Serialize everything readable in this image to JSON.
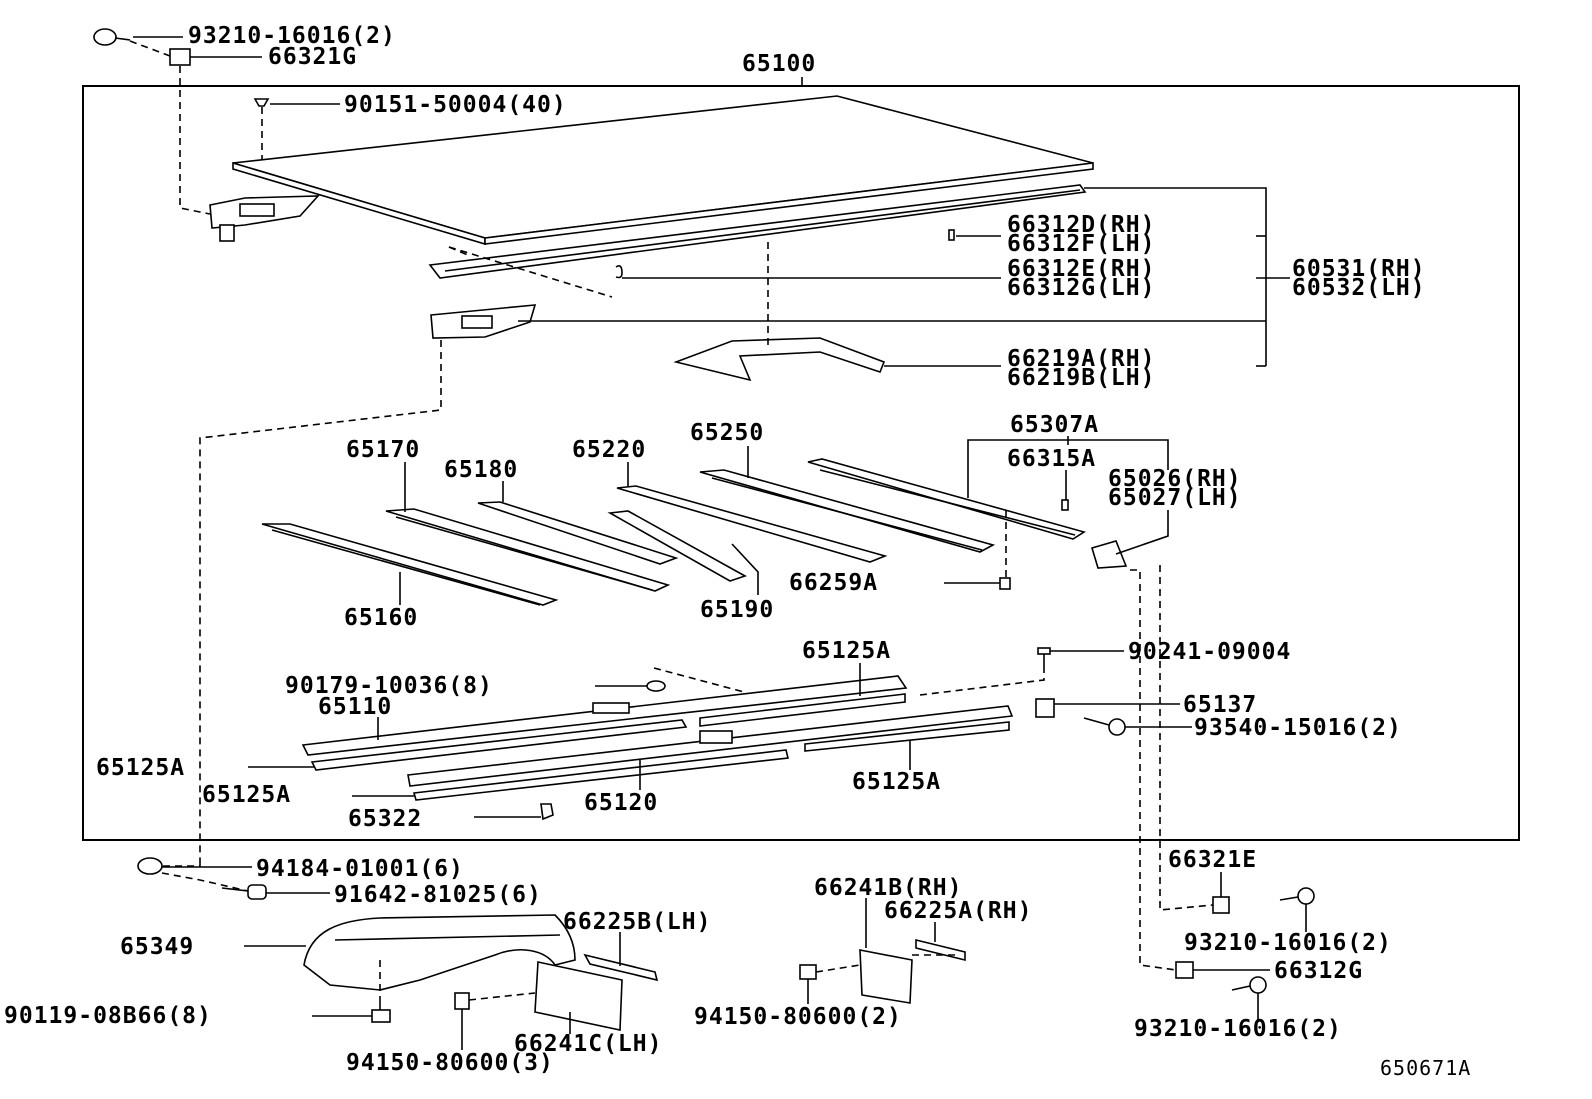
{
  "callouts": {
    "p93210_top": "93210-16016(2)",
    "p66321G": "66321G",
    "p65100": "65100",
    "p90151": "90151-50004(40)",
    "p66312D": "66312D(RH)",
    "p66312F": "66312F(LH)",
    "p66312E": "66312E(RH)",
    "p66312G_lh": "66312G(LH)",
    "p60531": "60531(RH)",
    "p60532": "60532(LH)",
    "p66219A": "66219A(RH)",
    "p66219B": "66219B(LH)",
    "p65307A": "65307A",
    "p66315A": "66315A",
    "p65026": "65026(RH)",
    "p65027": "65027(LH)",
    "p65170": "65170",
    "p65180": "65180",
    "p65220": "65220",
    "p65250": "65250",
    "p65160": "65160",
    "p65190": "65190",
    "p66259A": "66259A",
    "p65125A_top": "65125A",
    "p90241": "90241-09004",
    "p90179": "90179-10036(8)",
    "p65110": "65110",
    "p65137": "65137",
    "p93540": "93540-15016(2)",
    "p65125A_left": "65125A",
    "p65125A_left2": "65125A",
    "p65120": "65120",
    "p65125A_right": "65125A",
    "p65322": "65322",
    "p94184": "94184-01001(6)",
    "p91642": "91642-81025(6)",
    "p66321E": "66321E",
    "p66241B": "66241B(RH)",
    "p66225A": "66225A(RH)",
    "p66225B": "66225B(LH)",
    "p65349": "65349",
    "p93210_right1": "93210-16016(2)",
    "p66312G_bottom": "66312G",
    "p90119": "90119-08B66(8)",
    "p94150_right": "94150-80600(2)",
    "p93210_right2": "93210-16016(2)",
    "p66241C": "66241C(LH)",
    "p94150_left": "94150-80600(3)",
    "diagram_code": "650671A"
  }
}
